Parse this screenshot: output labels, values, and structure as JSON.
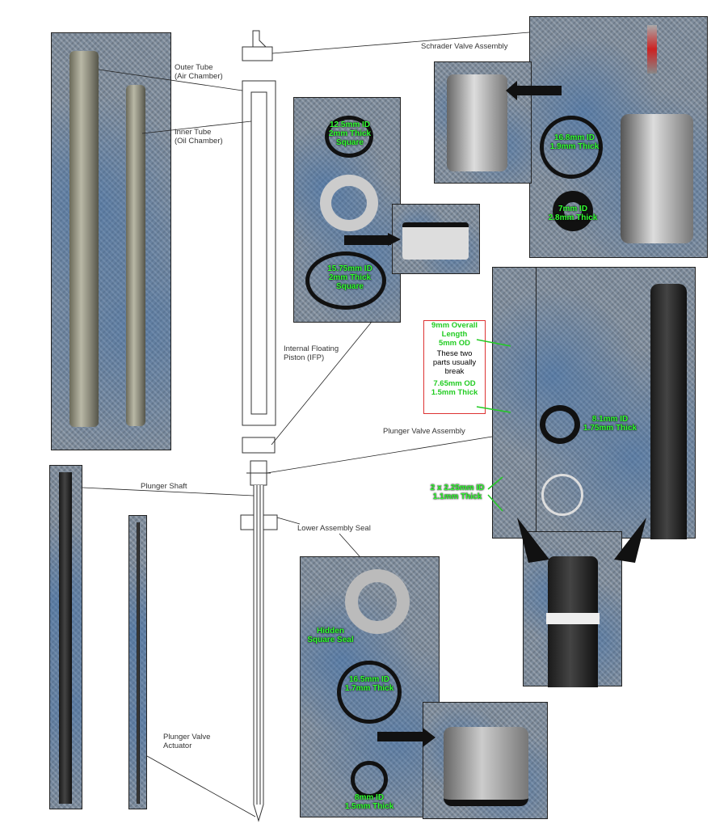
{
  "callouts": {
    "outer_tube": [
      "Outer Tube",
      "(Air Chamber)"
    ],
    "inner_tube": [
      "Inner Tube",
      "(Oil Chamber)"
    ],
    "schrader": "Schrader Valve Assembly",
    "ifp": [
      "Internal Floating",
      "Piston (IFP)"
    ],
    "plunger_valve": "Plunger Valve Assembly",
    "plunger_shaft": "Plunger Shaft",
    "lower_seal": "Lower Assembly Seal",
    "actuator": [
      "Plunger Valve",
      "Actuator"
    ]
  },
  "measurements": {
    "ifp_top": [
      "12.5mm ID",
      "2mm Thick",
      "Square"
    ],
    "ifp_bottom": [
      "15.75mm ID",
      "2mm Thick",
      "Square"
    ],
    "schrader_ring": [
      "16.8mm ID",
      "1.9mm Thick"
    ],
    "schrader_small": [
      "7mm ID",
      "2.8mm Thick"
    ],
    "valve_part": [
      "9mm Overall",
      "Length",
      "5mm OD"
    ],
    "valve_note": [
      "These two",
      "parts usually",
      "break"
    ],
    "valve_ring": [
      "7.65mm OD",
      "1.5mm Thick"
    ],
    "valve_big_ring": [
      "8.1mm ID",
      "1.75mm Thick"
    ],
    "valve_small_rings": [
      "2 x 2.25mm ID",
      "1.1mm Thick"
    ],
    "hidden_seal": [
      "Hidden",
      "Square Seal"
    ],
    "seal_ring": [
      "16.5mm ID",
      "1.7mm Thick"
    ],
    "seal_small": [
      "8mm ID",
      "1.5mm Thick"
    ]
  }
}
